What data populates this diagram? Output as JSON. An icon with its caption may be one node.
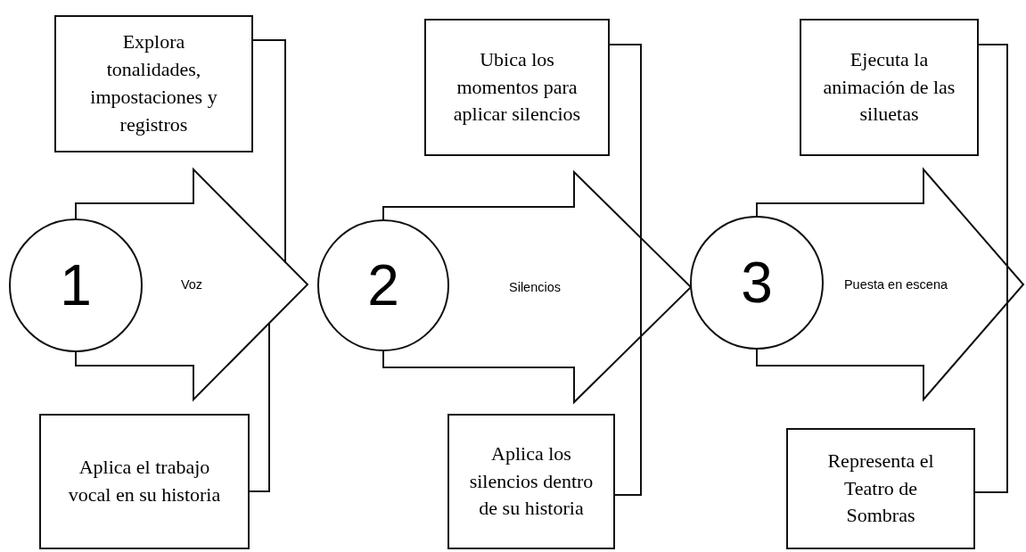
{
  "diagram": {
    "nodes": [
      {
        "text": [
          "Explora tonalidades, impostaciones y registros"
        ]
      },
      {
        "text": [
          "1"
        ]
      },
      {
        "text": [
          "Aplica el trabajo vocal en su historia"
        ]
      },
      {
        "text": [
          "Ubica los momentos para aplicar silencios"
        ]
      },
      {
        "text": [
          "2"
        ]
      },
      {
        "text": [
          "Aplica los silencios dentro de su historia"
        ]
      },
      {
        "text": [
          "Ejecuta la animación de las siluetas"
        ]
      },
      {
        "text": [
          "3"
        ]
      },
      {
        "text": [
          "Representa el Teatro de Sombras"
        ]
      }
    ],
    "edges": [
      {
        "from": 0,
        "to": null,
        "arrow": "none"
      },
      {
        "from": 2,
        "to": null,
        "arrow": "none"
      },
      {
        "from": 3,
        "to": 5,
        "arrow": "none"
      },
      {
        "from": 6,
        "to": 8,
        "arrow": "none"
      },
      {
        "from": 1,
        "to": 4,
        "label": "Voz",
        "arrow": "to"
      },
      {
        "from": 4,
        "to": 7,
        "label": "Silencios",
        "arrow": "to"
      },
      {
        "from": 7,
        "to": null,
        "label": "Puesta en escena",
        "arrow": "to"
      }
    ]
  }
}
